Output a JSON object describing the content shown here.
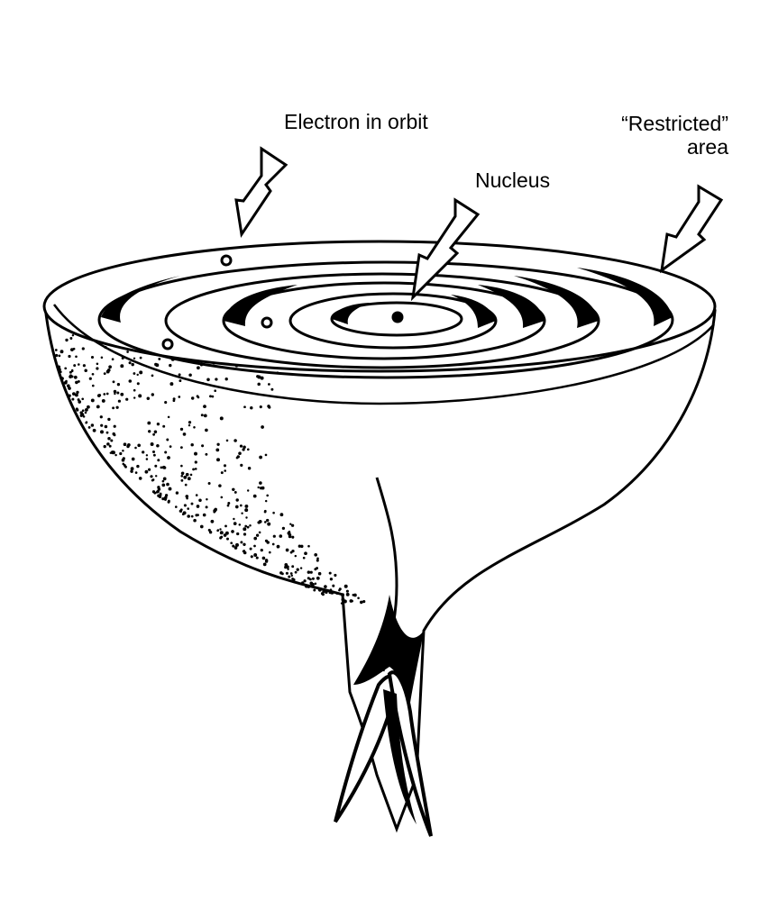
{
  "labels": {
    "electron": "Electron in orbit",
    "nucleus": "Nucleus",
    "restricted_line1": "“Restricted”",
    "restricted_line2": "area"
  },
  "colors": {
    "ink": "#000000",
    "paper": "#ffffff"
  }
}
